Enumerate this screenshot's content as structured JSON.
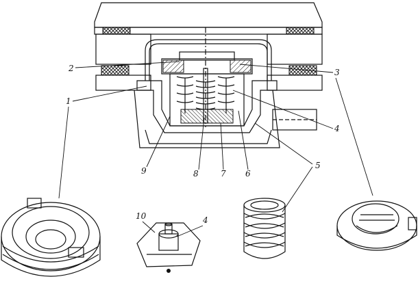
{
  "callouts": {
    "c1": "1",
    "c2": "2",
    "c3": "3",
    "c4_top": "4",
    "c5": "5",
    "c6": "6",
    "c7": "7",
    "c8": "8",
    "c9": "9",
    "c10": "10",
    "c4_bottom": "4"
  }
}
